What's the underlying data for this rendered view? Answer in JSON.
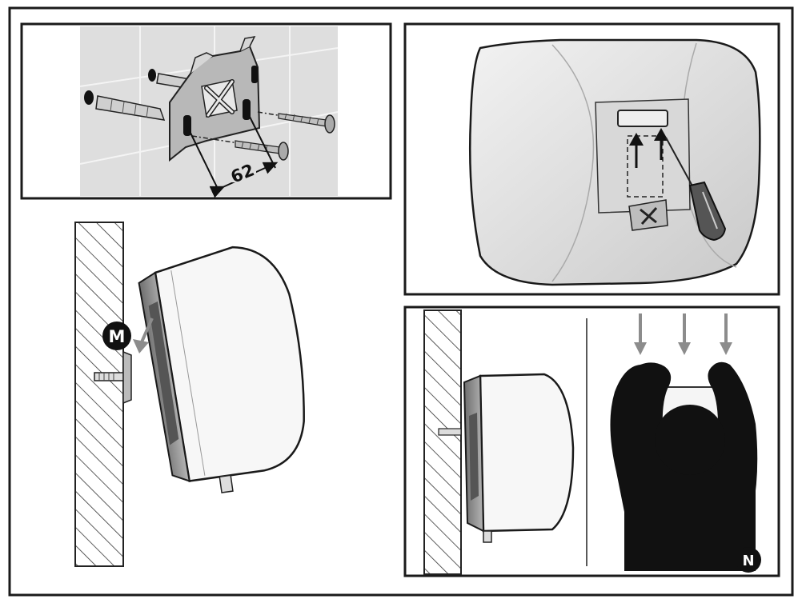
{
  "panels": {
    "bracket": {
      "dimension_label": "62"
    },
    "hanging": {
      "callout_label": "M"
    },
    "lifting": {
      "callout_label": "N"
    }
  },
  "colors": {
    "outline": "#1a1a1a",
    "tile": "#dcdcdc",
    "metal": "#9a9a9a",
    "heater": "#f5f5f5",
    "heater_shadow": "#8a8a8a",
    "arrow_grey": "#8c8c8c",
    "figure": "#111111"
  }
}
